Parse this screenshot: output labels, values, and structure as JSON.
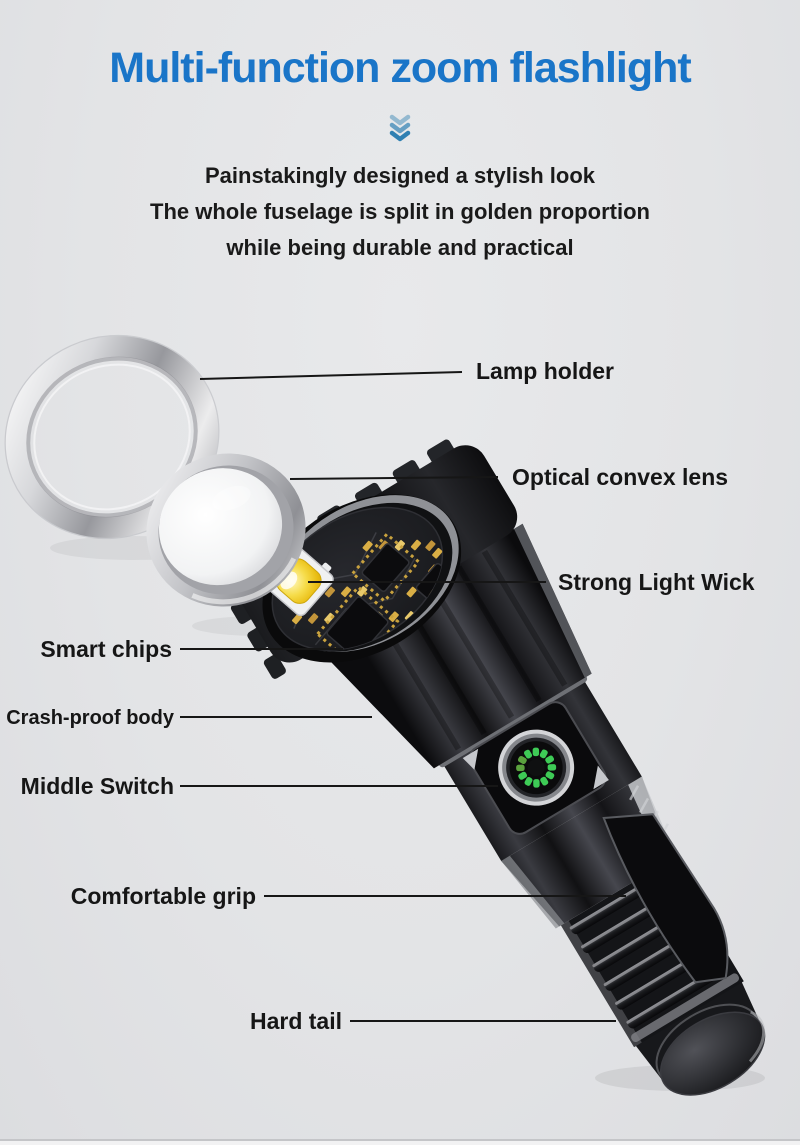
{
  "page": {
    "background": "#e3e4e6",
    "footer_divider": "#c4c5c8"
  },
  "header": {
    "title": "Multi-function zoom flashlight",
    "title_color": "#1a75c8",
    "scroll_hint_icon": "triple-chevron-down",
    "scroll_hint_color": "#2f80b2",
    "subtitle_lines": [
      "Painstakingly designed a stylish look",
      "The whole fuselage is split in golden proportion",
      "while being durable and practical"
    ]
  },
  "diagram": {
    "subject": "Exploded view of zoom flashlight with part callouts",
    "callouts": [
      {
        "text": "Lamp holder",
        "side": "right"
      },
      {
        "text": "Optical convex lens",
        "side": "right"
      },
      {
        "text": "Strong Light Wick",
        "side": "right"
      },
      {
        "text": "Smart chips",
        "side": "left"
      },
      {
        "text": "Crash-proof body",
        "side": "left"
      },
      {
        "text": "Middle Switch",
        "side": "left"
      },
      {
        "text": "Comfortable grip",
        "side": "left"
      },
      {
        "text": "Hard tail",
        "side": "left"
      }
    ],
    "colors": {
      "label_text": "#161616",
      "callout_line": "#161616",
      "led_yellow": "#f2cd1e",
      "switch_indicator_green": "#3ecb56",
      "metal_silver": "#d8d9dc",
      "body_black": "#121214",
      "pcb_gold": "#d8ac42"
    }
  }
}
